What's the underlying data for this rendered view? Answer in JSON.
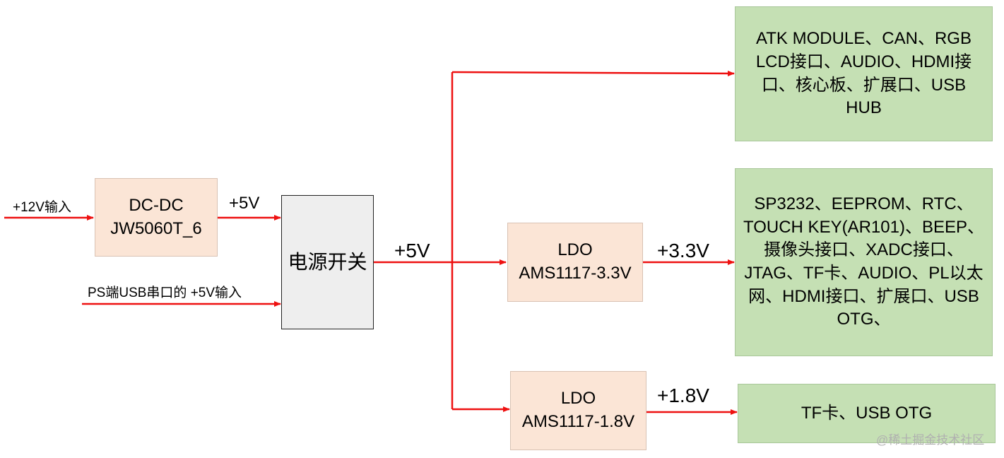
{
  "inputs": {
    "in12v": "+12V输入",
    "usb5v": "PS端USB串口的 +5V输入"
  },
  "dcdc": {
    "line1": "DC-DC",
    "line2": "JW5060T_6"
  },
  "dcdc_out": "+5V",
  "power_switch": "电源开关",
  "switch_out": "+5V",
  "ldo33": {
    "line1": "LDO",
    "line2": "AMS1117-3.3V"
  },
  "ldo33_out": "+3.3V",
  "ldo18": {
    "line1": "LDO",
    "line2": "AMS1117-1.8V"
  },
  "ldo18_out": "+1.8V",
  "load_5v": "ATK MODULE、CAN、RGB LCD接口、AUDIO、HDMI接口、核心板、扩展口、USB HUB",
  "load_3v3": "SP3232、EEPROM、RTC、TOUCH KEY(AR101)、BEEP、摄像头接口、XADC接口、JTAG、TF卡、AUDIO、PL以太网、HDMI接口、扩展口、USB OTG、",
  "load_1v8": "TF卡、USB OTG",
  "watermark": "@稀土掘金技术社区",
  "colors": {
    "wire": "#ee1111",
    "peach": "#fbe5d6",
    "green": "#c5e0b4",
    "switch": "#eeeeee"
  }
}
